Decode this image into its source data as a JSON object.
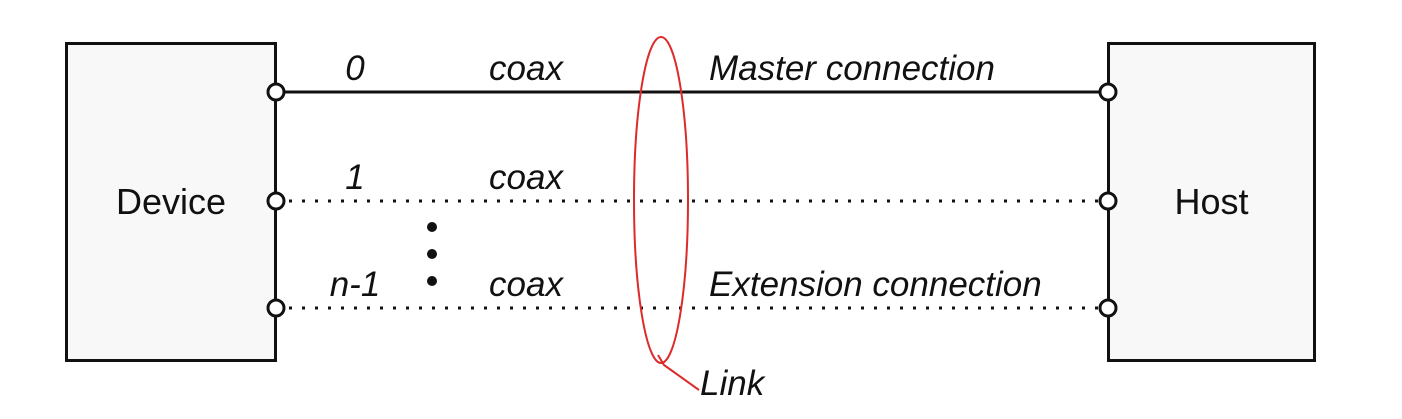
{
  "colors": {
    "accent_red": "#dd2a2a",
    "line_black": "#111111",
    "box_fill": "#f8f8f8",
    "background": "#ffffff"
  },
  "device": {
    "label": "Device"
  },
  "host": {
    "label": "Host"
  },
  "connections": [
    {
      "channel": "0",
      "cable": "coax",
      "name": "Master connection",
      "line_style": "solid"
    },
    {
      "channel": "1",
      "cable": "coax",
      "name": "",
      "line_style": "dotted"
    },
    {
      "channel": "n-1",
      "cable": "coax",
      "name": "Extension connection",
      "line_style": "dotted"
    }
  ],
  "link": {
    "label": "Link"
  }
}
